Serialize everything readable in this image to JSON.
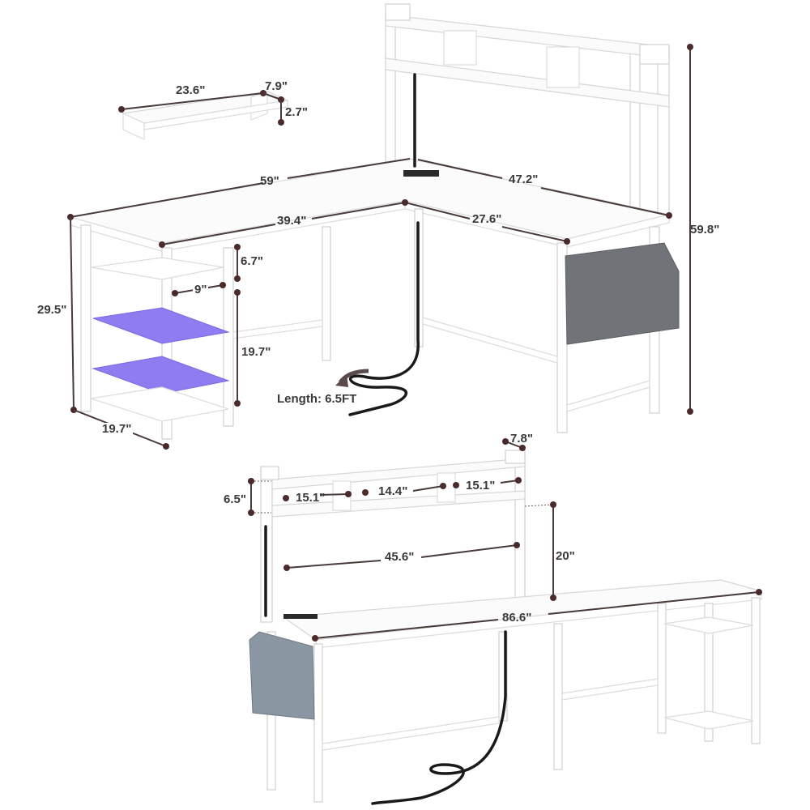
{
  "diagram": {
    "subject": "L-shaped desk with hutch, monitor stand, side shelves and storage bag",
    "colors": {
      "dimension_line": "#4a3a3a",
      "dimension_dot": "#4a2b2b",
      "label_text": "#3a3a3a",
      "led_shelf": "#8e7cf0",
      "storage_bag_dark": "#707478",
      "storage_bag_light": "#8a96a2",
      "power_cord": "#1a1a1a"
    },
    "monitor_stand": {
      "length": "23.6\"",
      "depth": "7.9\"",
      "height": "2.7\""
    },
    "l_desk": {
      "outer_left_length": "59\"",
      "outer_right_length": "47.2\"",
      "inner_left_length": "39.4\"",
      "inner_right_length": "27.6\"",
      "total_height": "59.8\"",
      "desk_height": "29.5\"",
      "shelf_depth": "19.7\"",
      "shelf_unit_height": "19.7\"",
      "top_shelf_gap": "6.7\"",
      "shelf_width": "9\"",
      "power_cord_label": "Length: 6.5FT"
    },
    "straight_desk": {
      "hutch_depth": "7.8\"",
      "hutch_shelf_height": "6.5\"",
      "compartment_left": "15.1\"",
      "compartment_middle": "14.4\"",
      "compartment_right": "15.1\"",
      "hutch_inner_width": "45.6\"",
      "hutch_clearance": "20\"",
      "total_length": "86.6\""
    }
  }
}
